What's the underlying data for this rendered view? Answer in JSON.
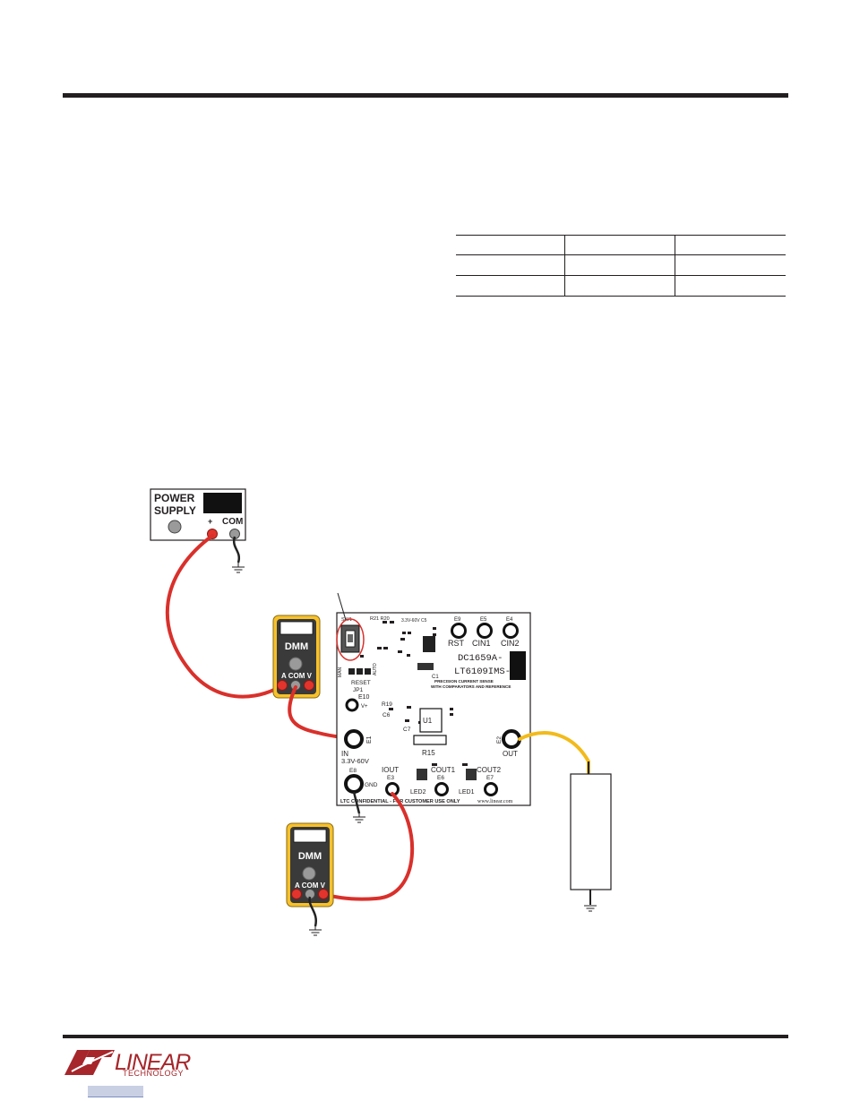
{
  "table": {
    "rows": [
      [
        "",
        "",
        ""
      ],
      [
        "",
        "",
        ""
      ],
      [
        "",
        "",
        ""
      ]
    ]
  },
  "power_supply": {
    "title_line1": "POWER",
    "title_line2": "SUPPLY",
    "plus_label": "+",
    "com_label": "COM"
  },
  "dmm_top": {
    "label": "DMM",
    "terminals": "A COM V"
  },
  "dmm_bottom": {
    "label": "DMM",
    "terminals": "A COM V"
  },
  "board": {
    "part_line1": "DC1659A-",
    "part_line2": "LT6109IMS-",
    "subtitle_line1": "PRECISION CURRENT SENSE",
    "subtitle_line2": "WITH COMPARATORS AND REFERENCE",
    "footer": "LTC CONFIDENTIAL - FOR CUSTOMER USE ONLY",
    "website": "www.linear.com",
    "sw1": "SW1",
    "reset": "RESET",
    "jp1": "JP1",
    "man": "MAN",
    "auto": "AUTO",
    "e1": "E1",
    "e10": "E10",
    "vplus": "V+",
    "in_label": "IN",
    "in_range": "3.3V-60V",
    "e8": "E8",
    "gnd": "GND",
    "iout": "IOUT",
    "e3": "E3",
    "e6": "E6",
    "e7": "E7",
    "led1": "LED1",
    "led2": "LED2",
    "cout1": "COUT1",
    "cout2": "COUT2",
    "e9": "E9",
    "e5": "E5",
    "e4": "E4",
    "rst": "RST",
    "cin1": "CIN1",
    "cin2": "CIN2",
    "e2": "E2",
    "out": "OUT",
    "u1": "U1",
    "r15": "R15",
    "c1": "C1",
    "c7": "C7",
    "c6": "C6",
    "r19": "R19",
    "top_labels": "R21 R20",
    "range_small": "3.3V-60V C5"
  },
  "logo": {
    "name": "LINEAR",
    "sub": "TECHNOLOGY"
  },
  "colors": {
    "wire_red": "#d9302b",
    "wire_yellow": "#f2bb1b",
    "dmm_body": "#f7c12b",
    "dmm_dark": "#3a3a3a",
    "terminal_red": "#e2342c",
    "logo_red": "#a6262b"
  }
}
